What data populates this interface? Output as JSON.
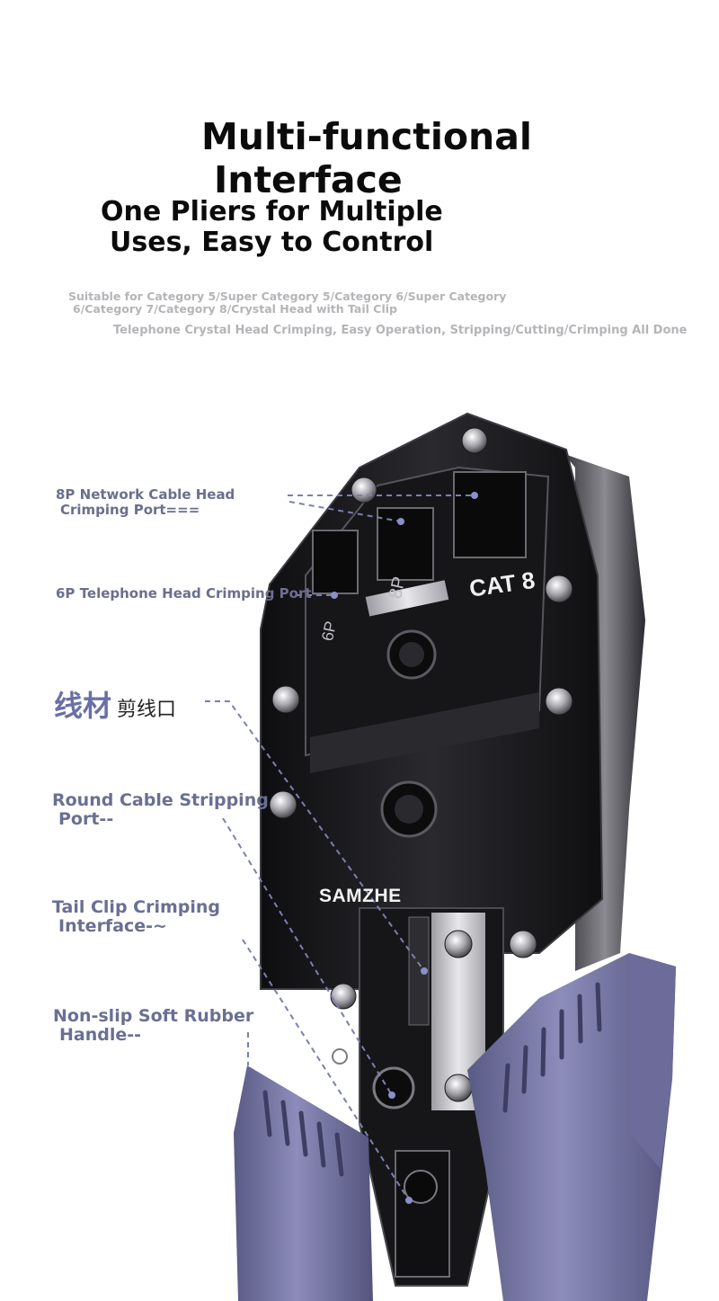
{
  "heading": {
    "line1": "Multi-functional",
    "line2": "Interface",
    "line3": "One Pliers for Multiple",
    "line4": "Uses, Easy to Control"
  },
  "subtitle": {
    "line1": "Suitable for Category 5/Super Category 5/Category 6/Super Category",
    "line2": "6/Category 7/Category 8/Crystal Head with Tail Clip",
    "line3": "Telephone Crystal Head Crimping, Easy Operation, Stripping/Cutting/Crimping All Done"
  },
  "callouts": {
    "port_8p_line1": "8P Network Cable Head",
    "port_8p_line2": "Crimping Port===",
    "port_6p": "6P Telephone Head Crimping Port--",
    "cutter_big": "线材",
    "cutter_small": "剪线口",
    "stripping_line1": "Round Cable Stripping",
    "stripping_line2": "Port--",
    "tail_clip_line1": "Tail Clip Crimping",
    "tail_clip_line2": "Interface-~",
    "handle_line1": "Non-slip Soft Rubber",
    "handle_line2": "Handle--"
  },
  "tool_markings": {
    "brand": "SAMZHE",
    "cat": "CAT 8",
    "port_8p": "8P",
    "port_6p": "6P"
  },
  "colors": {
    "label": "#6a6f8c",
    "handle": "#7b7aa8",
    "body": "#1b1b1e"
  }
}
